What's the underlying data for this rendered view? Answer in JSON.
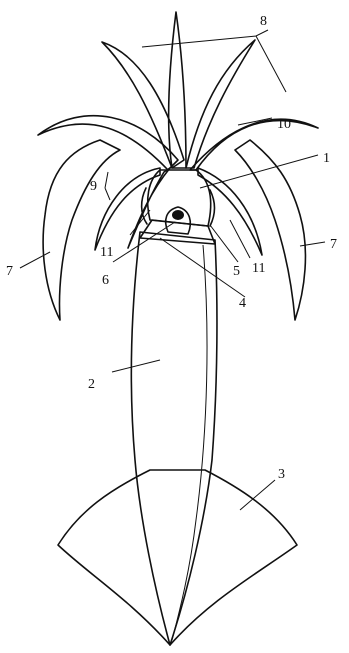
{
  "figure": {
    "subject": "squid",
    "labels": [
      {
        "id": "mantle-outline-1",
        "text": "1"
      },
      {
        "id": "mantle",
        "text": "2"
      },
      {
        "id": "fin",
        "text": "3"
      },
      {
        "id": "funnel",
        "text": "4"
      },
      {
        "id": "collar",
        "text": "5"
      },
      {
        "id": "siphon-opening",
        "text": "6"
      },
      {
        "id": "tentacle-left",
        "text": "7"
      },
      {
        "id": "tentacle-right",
        "text": "7"
      },
      {
        "id": "arms",
        "text": "8"
      },
      {
        "id": "arm-suckers",
        "text": "9"
      },
      {
        "id": "head",
        "text": "10"
      },
      {
        "id": "eye-left",
        "text": "11"
      },
      {
        "id": "eye-right",
        "text": "11"
      }
    ]
  }
}
